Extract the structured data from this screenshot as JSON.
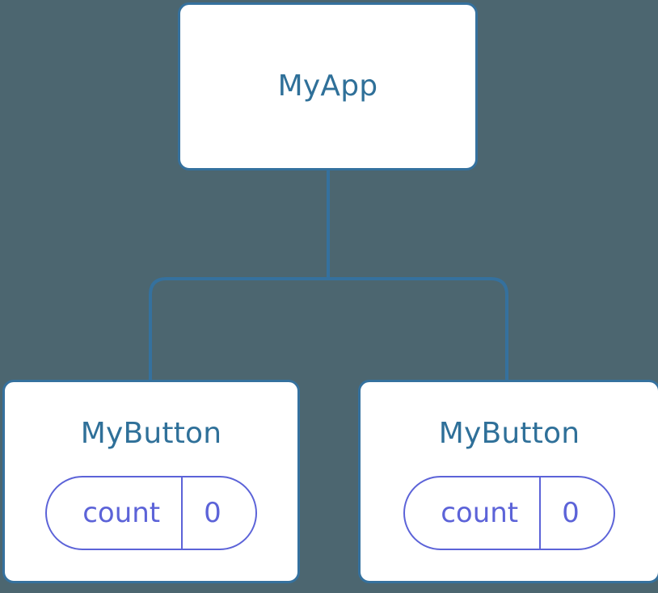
{
  "theme": {
    "background": "#4c6670",
    "card_background": "#ffffff",
    "card_border": "#35719e",
    "title_color": "#2f7099",
    "pill_color": "#5c63d8",
    "edge_color": "#35719e"
  },
  "diagram": {
    "type": "component-tree",
    "root": {
      "name": "MyApp"
    },
    "children": [
      {
        "name": "MyButton",
        "state": {
          "key": "count",
          "value": "0"
        }
      },
      {
        "name": "MyButton",
        "state": {
          "key": "count",
          "value": "0"
        }
      }
    ]
  }
}
